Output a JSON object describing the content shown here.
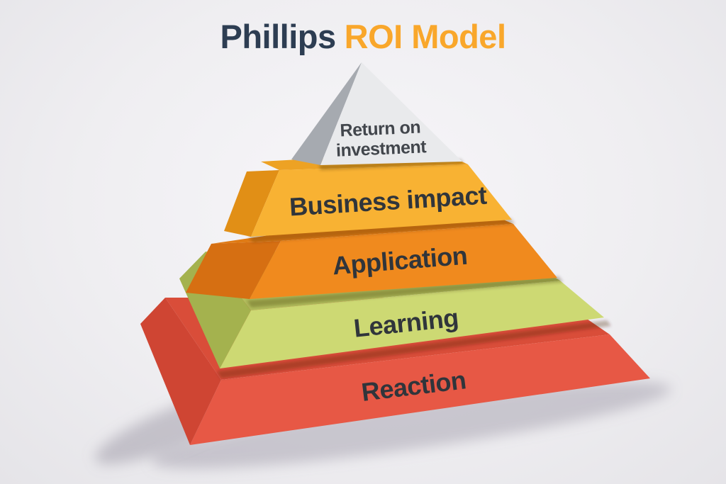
{
  "title": {
    "part1": "Phillips",
    "part2": "ROI Model",
    "part1_color": "#2d3d52",
    "part2_color": "#f9a72b"
  },
  "background_color": "#efeef1",
  "pyramid": {
    "name": "Phillips ROI Model pyramid",
    "level_count": 5,
    "label_color": "#30353b",
    "levels": [
      {
        "id": "return-on-investment",
        "rank": 1,
        "label": "Return on investment",
        "line1": "Return on",
        "line2": "investment",
        "front": "#e9eaec",
        "side": "#a6aab0",
        "top": "#d9dadd",
        "text_color": "#42464c"
      },
      {
        "id": "business-impact",
        "rank": 2,
        "label": "Business impact",
        "front": "#f8b233",
        "side": "#e18f16",
        "top": "#eda224",
        "text_color": "#30353b"
      },
      {
        "id": "application",
        "rank": 3,
        "label": "Application",
        "front": "#f08a1e",
        "side": "#d66f12",
        "top": "#e07b15",
        "text_color": "#30353b"
      },
      {
        "id": "learning",
        "rank": 4,
        "label": "Learning",
        "front": "#cdd973",
        "side": "#a4b24e",
        "top": "#b3bf5d",
        "text_color": "#30353b"
      },
      {
        "id": "reaction",
        "rank": 5,
        "label": "Reaction",
        "front": "#e75845",
        "side": "#cf4533",
        "top": "#d94d39",
        "text_color": "#30353b"
      }
    ]
  }
}
